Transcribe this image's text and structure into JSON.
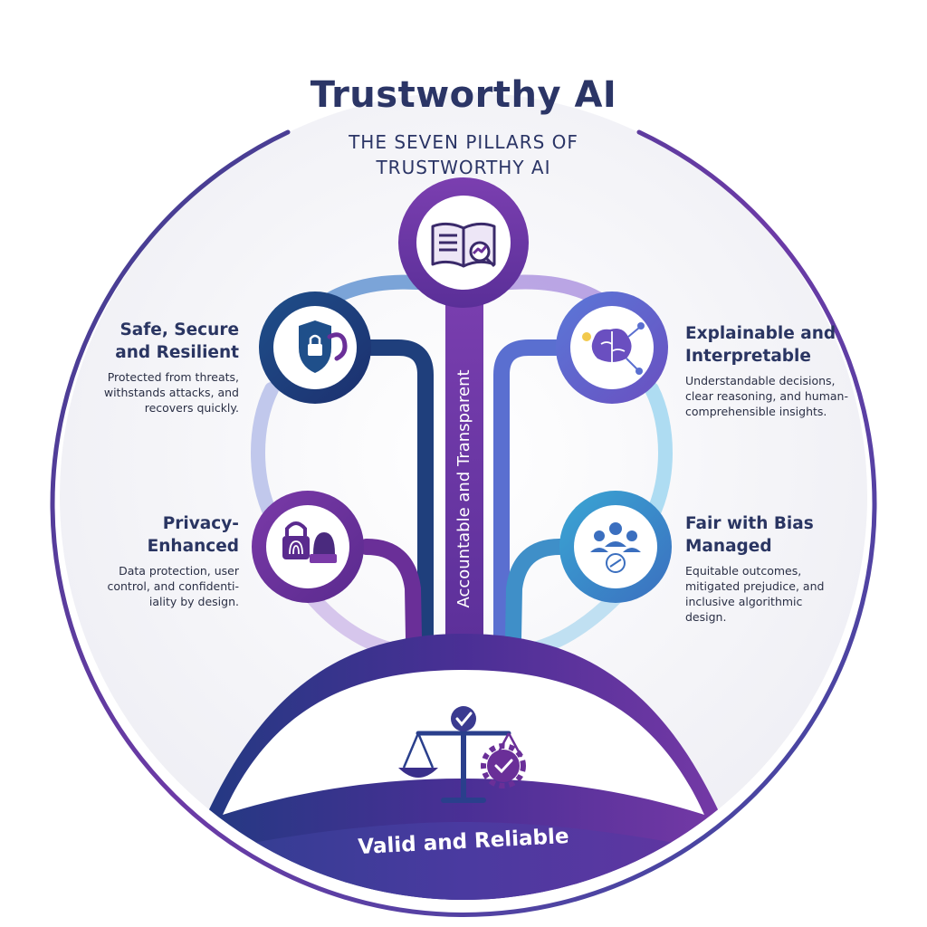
{
  "header": {
    "title": "Trustworthy AI",
    "subtitle_line1": "THE SEVEN PILLARS OF",
    "subtitle_line2": "TRUSTWORTHY AI"
  },
  "pillars": {
    "top": {
      "icon": "book-magnifier-icon"
    },
    "safe": {
      "title_line1": "Safe, Secure",
      "title_line2": "and Resilient",
      "desc_line1": "Protected from threats,",
      "desc_line2": "withstands attacks, and",
      "desc_line3": "recovers quickly.",
      "icon": "shield-lock-icon"
    },
    "privacy": {
      "title_line1": "Privacy-",
      "title_line2": "Enhanced",
      "desc_line1": "Data protection, user",
      "desc_line2": "control, and confidenti-",
      "desc_line3": "iality by design.",
      "icon": "fingerprint-lock-icon"
    },
    "explainable": {
      "title_line1": "Explainable and",
      "title_line2": "Interpretable",
      "desc_line1": "Understandable decisions,",
      "desc_line2": "clear reasoning, and human-",
      "desc_line3": "comprehensible insights.",
      "icon": "brain-network-icon"
    },
    "fair": {
      "title_line1": "Fair with Bias",
      "title_line2": "Managed",
      "desc_line1": "Equitable outcomes,",
      "desc_line2": "mitigated prejudice, and",
      "desc_line3": "inclusive algorithmic",
      "desc_line4": "design.",
      "icon": "people-group-icon"
    },
    "accountable": {
      "label": "Accountable and Transparent"
    },
    "valid": {
      "label": "Valid and Reliable",
      "icon": "scales-gear-icon"
    }
  },
  "colors": {
    "navy": "#1f3a78",
    "purple": "#6a2f98",
    "violet": "#7b3fb0",
    "blue": "#4b67c9",
    "teal": "#2f8fc0",
    "text": "#2a3562"
  }
}
